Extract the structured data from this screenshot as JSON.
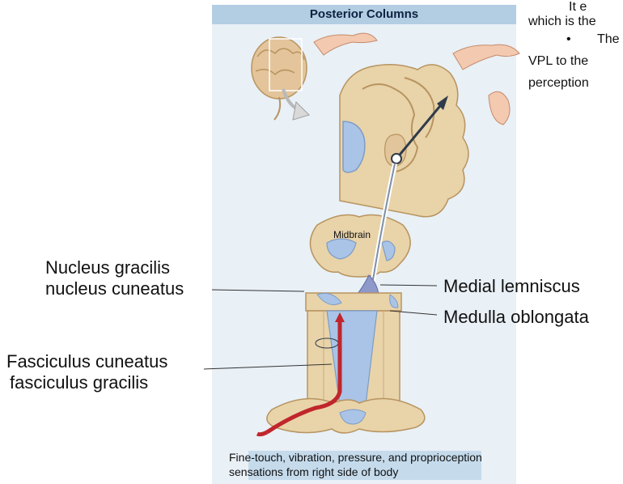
{
  "panel": {
    "title": "Posterior Columns"
  },
  "text_fragments": {
    "line1": "It e",
    "line2": "which is the",
    "bullet": "•",
    "line3": "The",
    "line4": "VPL to the",
    "line5": "perception"
  },
  "labels": {
    "nucleus_gracilis": "Nucleus gracilis",
    "nucleus_cuneatus": "nucleus cuneatus",
    "fasciculus_cuneatus": "Fasciculus cuneatus",
    "fasciculus_gracilis": "fasciculus gracilis",
    "medial_lemniscus": "Medial lemniscus",
    "medulla_oblongata": "Medulla oblongata",
    "midbrain": "Midbrain"
  },
  "caption": {
    "line1": "Fine-touch, vibration, pressure, and proprioception",
    "line2": "sensations from right side of body"
  },
  "colors": {
    "tissue": "#e9d3a9",
    "tissue_edge": "#b79460",
    "ventricle": "#a9c4e6",
    "tract": "#2f3b4a",
    "sensory_fiber": "#c0262c",
    "panel_bg": "#e9f0f6",
    "title_bg": "#b3cde3"
  }
}
